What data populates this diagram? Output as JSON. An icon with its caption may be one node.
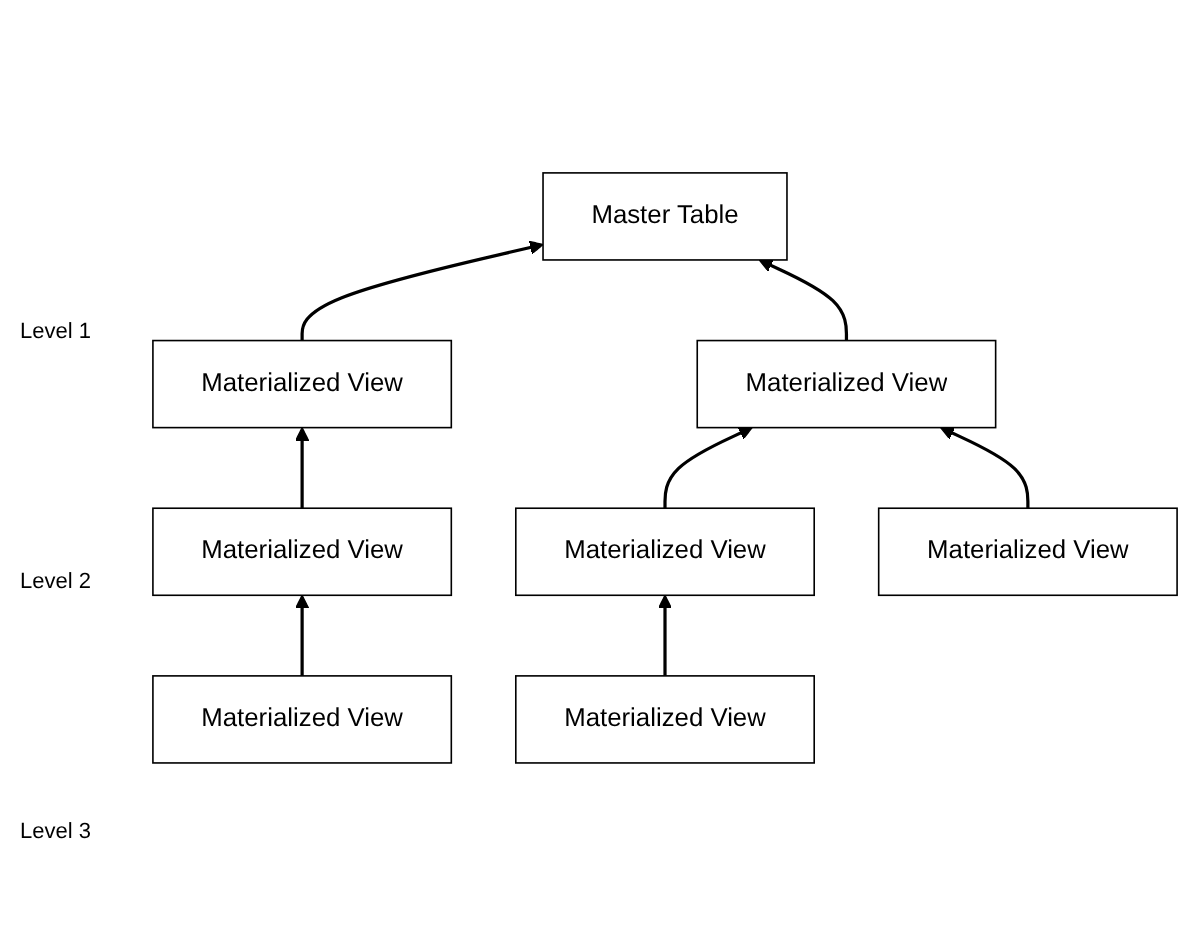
{
  "diagram": {
    "nodes": [
      {
        "text": [
          "Master Table"
        ]
      },
      {
        "text": [
          "Materialized View"
        ]
      },
      {
        "text": [
          "Materialized View"
        ]
      },
      {
        "text": [
          "Materialized View"
        ]
      },
      {
        "text": [
          "Materialized View"
        ]
      },
      {
        "text": [
          "Materialized View"
        ]
      },
      {
        "text": [
          "Materialized View"
        ]
      },
      {
        "text": [
          "Materialized View"
        ]
      }
    ],
    "edges": [
      {
        "from": 1,
        "to": 0,
        "arrow": "to"
      },
      {
        "from": 2,
        "to": 0,
        "arrow": "to"
      },
      {
        "from": 3,
        "to": 1,
        "arrow": "to"
      },
      {
        "from": 4,
        "to": 2,
        "arrow": "to"
      },
      {
        "from": 5,
        "to": 2,
        "arrow": "to"
      },
      {
        "from": 6,
        "to": 3,
        "arrow": "to"
      },
      {
        "from": 7,
        "to": 4,
        "arrow": "to"
      }
    ],
    "labels": [
      "Level 1",
      "Level 2",
      "Level 3"
    ]
  }
}
